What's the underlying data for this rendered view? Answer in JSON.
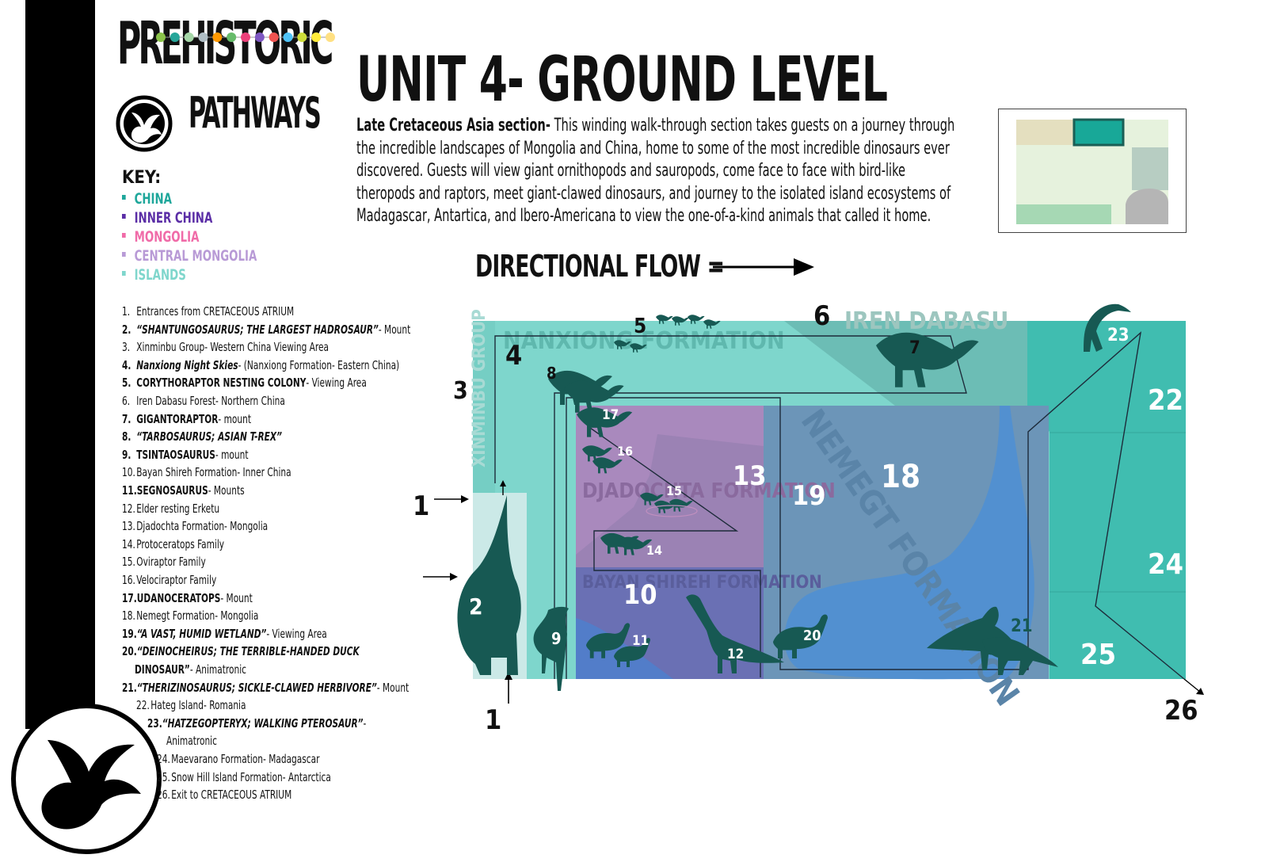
{
  "logo": {
    "title": "PREHISTORIC",
    "subtitle": "PATHWAYS",
    "dot_colors": [
      "#8bc34a",
      "#26a69a",
      "#a5d6a7",
      "#b0bec5",
      "#ff9800",
      "#66bb6a",
      "#ec407a",
      "#7e57c2",
      "#ef5350",
      "#4fc3f7",
      "#cddc39",
      "#ffeb3b",
      "#ffe082"
    ]
  },
  "page_title": "UNIT 4- GROUND LEVEL",
  "intro": {
    "lead": "Late Cretaceous Asia section-",
    "body": "This winding walk-through section takes guests on a journey through the incredible landscapes of Mongolia and China, home to some of the most incredible dinosaurs ever discovered. Guests will view giant ornithopods and sauropods, come face to face with bird-like theropods and raptors, meet giant-clawed dinosaurs, and journey to the isolated island ecosystems of Madagascar, Antartica, and Ibero-Americana to view the one-of-a-kind animals that called it home."
  },
  "key": {
    "title": "KEY:",
    "items": [
      {
        "label": "CHINA",
        "color": "#1fa79b"
      },
      {
        "label": "INNER CHINA",
        "color": "#5b2ea6"
      },
      {
        "label": "MONGOLIA",
        "color": "#f06ba8"
      },
      {
        "label": "CENTRAL MONGOLIA",
        "color": "#b89ad6"
      },
      {
        "label": "ISLANDS",
        "color": "#7fd6cc"
      }
    ]
  },
  "legend": [
    {
      "num": "1.",
      "bold": "",
      "text": "Entrances from CRETACEOUS ATRIUM"
    },
    {
      "num": "2.",
      "bold": "“SHANTUNGOSAURUS; THE LARGEST HADROSAUR”",
      "text": "- Mount"
    },
    {
      "num": "3.",
      "bold": "",
      "text": "Xinminbu Group- Western China Viewing Area"
    },
    {
      "num": "4.",
      "bold": "Nanxiong Night Skies",
      "text": "- (Nanxiong Formation- Eastern China)"
    },
    {
      "num": "5.",
      "bold": "CORYTHORAPTOR NESTING COLONY",
      "text": "- Viewing Area"
    },
    {
      "num": "6.",
      "bold": "",
      "text": "Iren Dabasu Forest- Northern China"
    },
    {
      "num": "7.",
      "bold": "GIGANTORAPTOR",
      "text": "- mount"
    },
    {
      "num": "8.",
      "bold": "“TARBOSAURUS; ASIAN T-REX”",
      "text": ""
    },
    {
      "num": "9.",
      "bold": "TSINTAOSAURUS",
      "text": "- mount"
    },
    {
      "num": "10.",
      "bold": "",
      "text": "Bayan Shireh Formation- Inner China"
    },
    {
      "num": "11.",
      "bold": "SEGNOSAURUS",
      "text": "- Mounts"
    },
    {
      "num": "12.",
      "bold": "",
      "text": "Elder resting Erketu"
    },
    {
      "num": "13.",
      "bold": "",
      "text": "Djadochta Formation- Mongolia"
    },
    {
      "num": "14.",
      "bold": "",
      "text": "Protoceratops Family"
    },
    {
      "num": "15.",
      "bold": "",
      "text": "Oviraptor Family"
    },
    {
      "num": "16.",
      "bold": "",
      "text": "Velociraptor Family"
    },
    {
      "num": "17.",
      "bold": "UDANOCERATOPS",
      "text": "- Mount"
    },
    {
      "num": "18.",
      "bold": "",
      "text": "Nemegt Formation- Mongolia"
    },
    {
      "num": "19.",
      "bold": "“A VAST, HUMID WETLAND”",
      "text": "- Viewing Area"
    },
    {
      "num": "20.",
      "bold": "“DEINOCHEIRUS; THE TERRIBLE-HANDED DUCK",
      "text": ""
    },
    {
      "num": "",
      "bold": "DINOSAUR”",
      "text": "- Animatronic"
    },
    {
      "num": "21.",
      "bold": "“THERIZINOSAURUS; SICKLE-CLAWED HERBIVORE”",
      "text": "- Mount"
    },
    {
      "num": "22.",
      "bold": "",
      "text": "Hateg Island- Romania"
    },
    {
      "num": "23.",
      "bold": "“HATZEGOPTERYX; WALKING PTEROSAUR”",
      "text": "-"
    },
    {
      "num": "",
      "bold": "",
      "text": "Animatronic"
    },
    {
      "num": "24.",
      "bold": "",
      "text": "Maevarano Formation- Madagascar"
    },
    {
      "num": "25.",
      "bold": "",
      "text": "Snow Hill Island Formation- Antarctica"
    },
    {
      "num": "26.",
      "bold": "",
      "text": "Exit to CRETACEOUS ATRIUM"
    }
  ],
  "directional_flow": "DIRECTIONAL FLOW =",
  "map": {
    "area_labels": [
      "XINMINBU GROUP",
      "NANXIONG FORMATION",
      "IREN DABASU",
      "DJADOCHTA FORMATION",
      "BAYAN SHIREH FORMATION",
      "NEMEGT FORMATION"
    ],
    "markers": [
      "1",
      "1",
      "2",
      "3",
      "4",
      "5",
      "6",
      "7",
      "8",
      "9",
      "10",
      "11",
      "12",
      "13",
      "14",
      "15",
      "16",
      "17",
      "18",
      "19",
      "20",
      "21",
      "22",
      "23",
      "24",
      "25",
      "26"
    ]
  }
}
